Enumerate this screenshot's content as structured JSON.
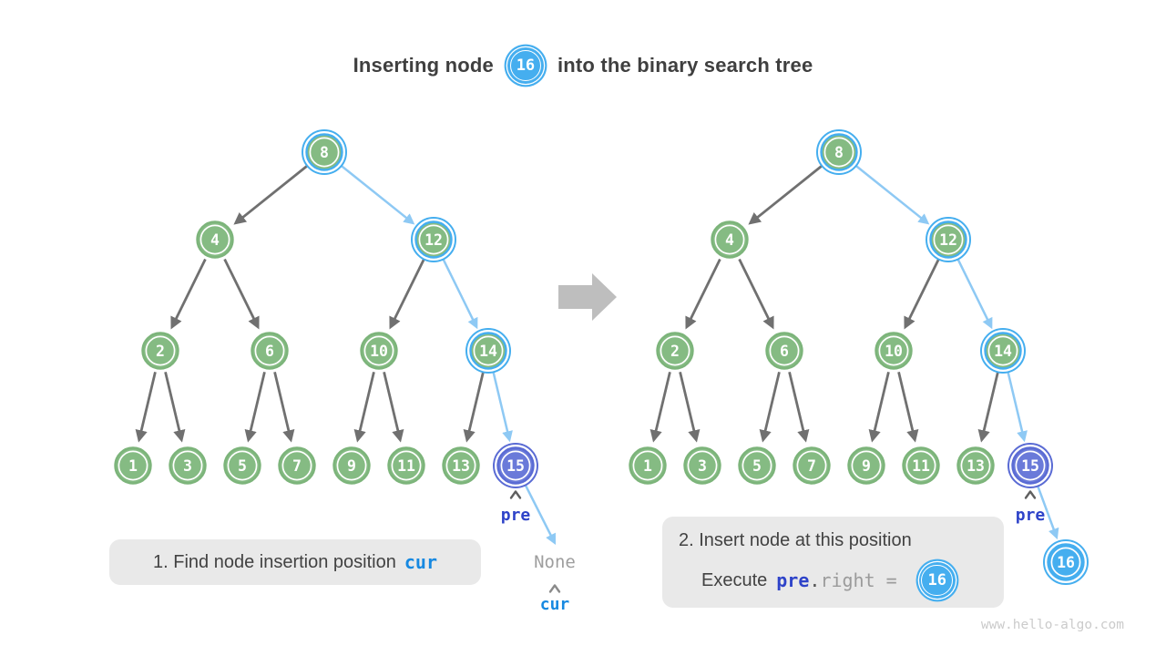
{
  "title": {
    "prefix": "Inserting node",
    "node_value": "16",
    "suffix": "into the binary search tree"
  },
  "step1": {
    "text": "1. Find node insertion position",
    "code": "cur"
  },
  "step2": {
    "line1": "2. Insert node at this position",
    "prefix": "Execute",
    "code_pre": "pre",
    "code_dot": ".",
    "code_rest": "right = ",
    "node_value": "16"
  },
  "pointer_labels": {
    "pre": "pre",
    "cur": "cur",
    "none": "None"
  },
  "watermark": "www.hello-algo.com",
  "colors": {
    "green_fill": "#85bb83",
    "green_border": "#7cb47a",
    "blue": "#45aeef",
    "blue_edge": "#8ec9f4",
    "purple_fill": "#6a7ad9",
    "purple_border": "#5a6bd4",
    "gray_edge": "#707070",
    "mid_arrow": "#bebebe",
    "caret_dark": "#5f5f5f",
    "caret_gray": "#8a8a8a",
    "node_text": "#ffffff"
  },
  "trees": [
    {
      "name": "left",
      "heap": [
        8,
        4,
        12,
        2,
        6,
        10,
        14,
        1,
        3,
        5,
        7,
        9,
        11,
        13,
        15
      ],
      "ring_highlight": [
        8,
        12,
        14
      ],
      "path_edges": [
        [
          8,
          12
        ],
        [
          12,
          14
        ],
        [
          14,
          15
        ]
      ],
      "cursor_value": 15,
      "tail": {
        "type": "none_pointer"
      }
    },
    {
      "name": "right",
      "heap": [
        8,
        4,
        12,
        2,
        6,
        10,
        14,
        1,
        3,
        5,
        7,
        9,
        11,
        13,
        15
      ],
      "ring_highlight": [
        8,
        12,
        14
      ],
      "path_edges": [
        [
          8,
          12
        ],
        [
          12,
          14
        ],
        [
          14,
          15
        ]
      ],
      "cursor_value": 15,
      "tail": {
        "type": "new_node",
        "value": "16"
      }
    }
  ]
}
